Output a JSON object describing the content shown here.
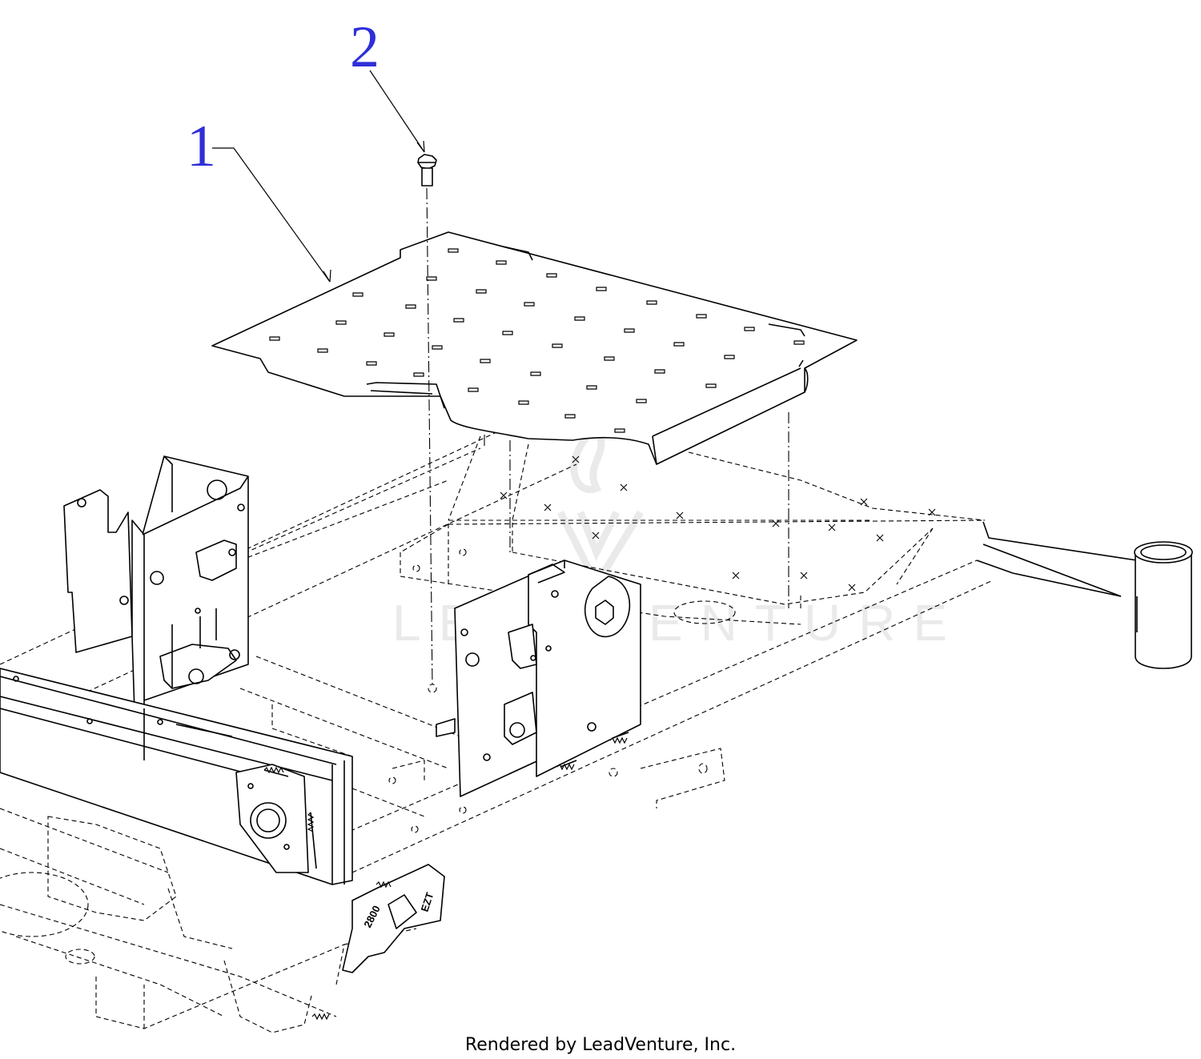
{
  "callouts": [
    {
      "label": "1"
    },
    {
      "label": "2"
    }
  ],
  "part_stamps": {
    "model": "2800",
    "brand": "EZT"
  },
  "watermark": {
    "text": "LEADVENTURE"
  },
  "footer": {
    "text": "Rendered by LeadVenture, Inc."
  },
  "colors": {
    "callout": "#2f2fd8",
    "line": "#000000",
    "watermark": "#d9d9d9"
  }
}
